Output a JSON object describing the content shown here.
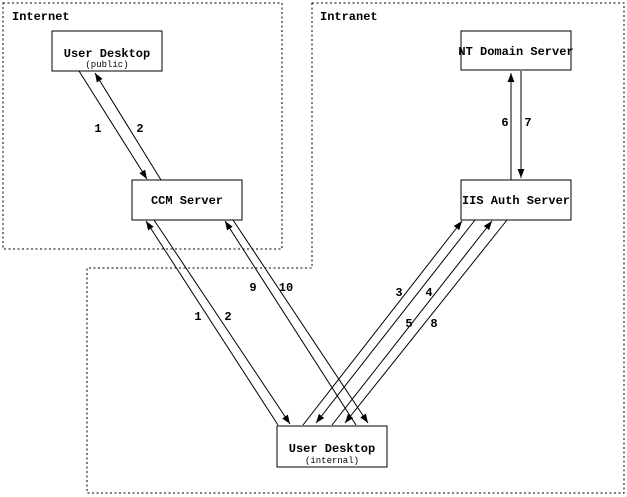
{
  "zones": {
    "internet": {
      "label": "Internet"
    },
    "intranet": {
      "label": "Intranet"
    }
  },
  "nodes": {
    "user_desktop_public": {
      "title": "User Desktop",
      "subtitle": "(public)"
    },
    "ccm_server": {
      "title": "CCM Server"
    },
    "nt_domain_server": {
      "title": "NT Domain Server"
    },
    "iis_auth_server": {
      "title": "IIS Auth Server"
    },
    "user_desktop_internal": {
      "title": "User Desktop",
      "subtitle": "(internal)"
    }
  },
  "edges": {
    "public_to_ccm_1": {
      "label": "1",
      "from": "user_desktop_public",
      "to": "ccm_server"
    },
    "ccm_to_public_2": {
      "label": "2",
      "from": "ccm_server",
      "to": "user_desktop_public"
    },
    "internal_to_ccm_1": {
      "label": "1",
      "from": "user_desktop_internal",
      "to": "ccm_server"
    },
    "ccm_to_internal_2": {
      "label": "2",
      "from": "ccm_server",
      "to": "user_desktop_internal"
    },
    "internal_to_ccm_9": {
      "label": "9",
      "from": "user_desktop_internal",
      "to": "ccm_server"
    },
    "ccm_to_internal_10": {
      "label": "10",
      "from": "ccm_server",
      "to": "user_desktop_internal"
    },
    "internal_to_iis_3": {
      "label": "3",
      "from": "user_desktop_internal",
      "to": "iis_auth_server"
    },
    "iis_to_internal_4": {
      "label": "4",
      "from": "iis_auth_server",
      "to": "user_desktop_internal"
    },
    "internal_to_iis_5": {
      "label": "5",
      "from": "user_desktop_internal",
      "to": "iis_auth_server"
    },
    "iis_to_internal_8": {
      "label": "8",
      "from": "iis_auth_server",
      "to": "user_desktop_internal"
    },
    "iis_to_nt_6": {
      "label": "6",
      "from": "iis_auth_server",
      "to": "nt_domain_server"
    },
    "nt_to_iis_7": {
      "label": "7",
      "from": "nt_domain_server",
      "to": "iis_auth_server"
    }
  },
  "colors": {
    "line": "#000000",
    "background": "#ffffff"
  }
}
